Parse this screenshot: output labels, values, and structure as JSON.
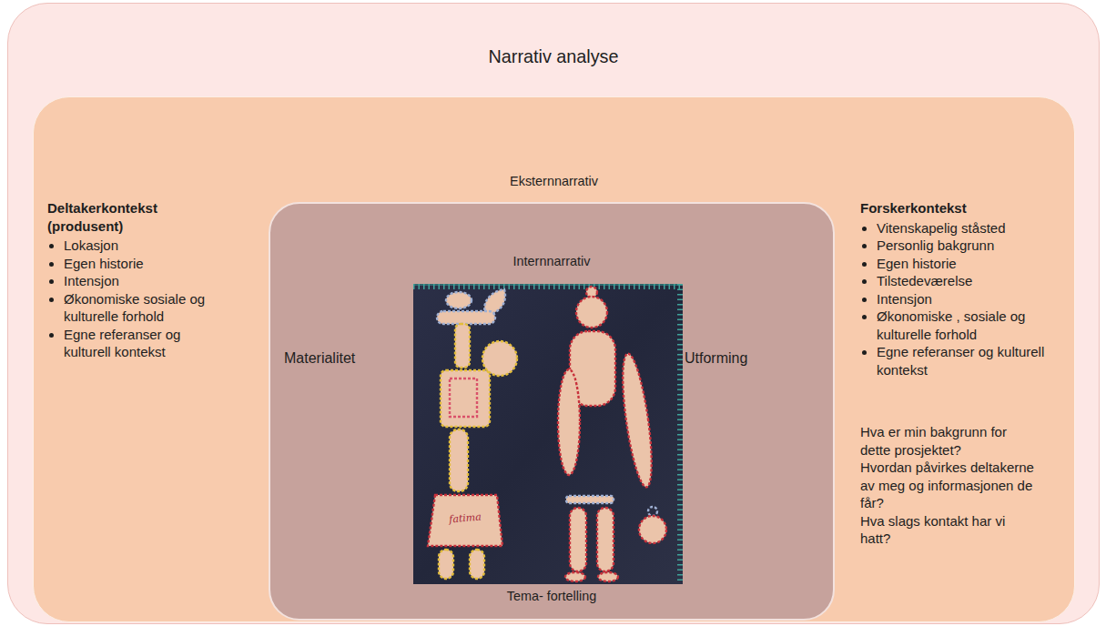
{
  "diagram": {
    "nodes": [
      {
        "text": [
          "Narrativ analyse"
        ]
      },
      {
        "text": [
          "Eksternnarrativ",
          "Deltakerkontekst (produsent)",
          "Lokasjon",
          "Egen historie",
          "Intensjon",
          "Økonomiske sosiale og kulturelle forhold",
          "Egne referanser og kulturell kontekst",
          "Forskerkontekst",
          "Vitenskapelig ståsted",
          "Personlig bakgrunn",
          "Egen historie",
          "Tilstedeværelse",
          "Intensjon",
          "Økonomiske , sosiale og kulturelle forhold",
          "Egne referanser og kulturell kontekst",
          "Hva er min bakgrunn for dette prosjektet?",
          "Hvordan påvirkes deltakerne av meg og informasjonen de får?",
          "Hva slags kontakt har vi hatt?"
        ],
        "in": 0
      },
      {
        "text": [
          "Internnarrativ",
          "Materialitet",
          "Utforming",
          "Tema- fortelling"
        ],
        "in": 1
      }
    ],
    "labels": [
      "fatima"
    ]
  }
}
